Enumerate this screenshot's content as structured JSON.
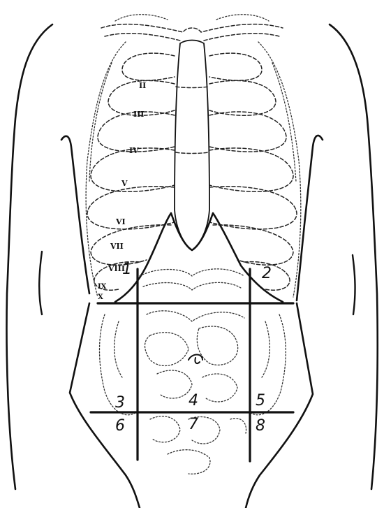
{
  "ribs": {
    "labels": [
      "II",
      "III",
      "IV",
      "V",
      "VI",
      "VII",
      "VIII",
      "IX",
      "X"
    ]
  },
  "regions": {
    "labels": [
      "1",
      "2",
      "3",
      "4",
      "5",
      "6",
      "7",
      "8"
    ]
  }
}
